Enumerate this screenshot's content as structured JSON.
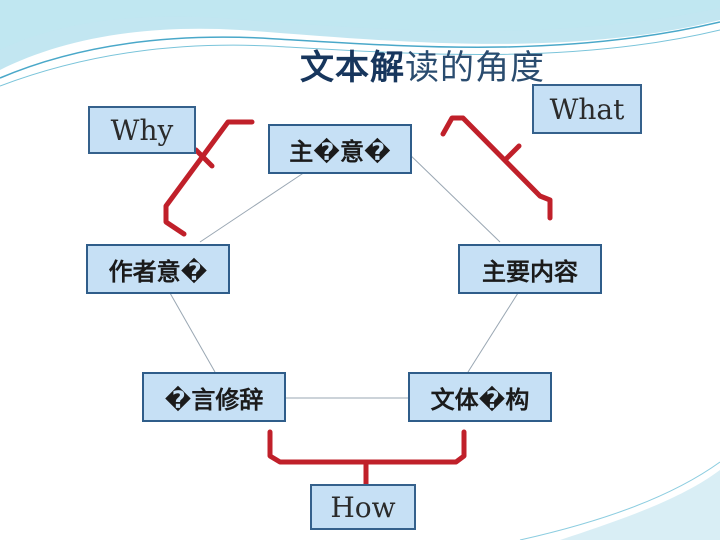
{
  "title": {
    "part1": "文本解",
    "part2": "读的角度"
  },
  "questions": {
    "why": "Why",
    "what": "What",
    "how": "How"
  },
  "nodes": {
    "theme": "主�意�",
    "author_intent": "作者意�",
    "main_content": "主要内容",
    "rhetoric": "�言修辞",
    "structure": "文体�构"
  },
  "colors": {
    "box_fill": "#c6e0f5",
    "box_border": "#2f5d8a",
    "bracket": "#c0202a",
    "connector": "#9aa7b3",
    "title": "#17365d"
  }
}
